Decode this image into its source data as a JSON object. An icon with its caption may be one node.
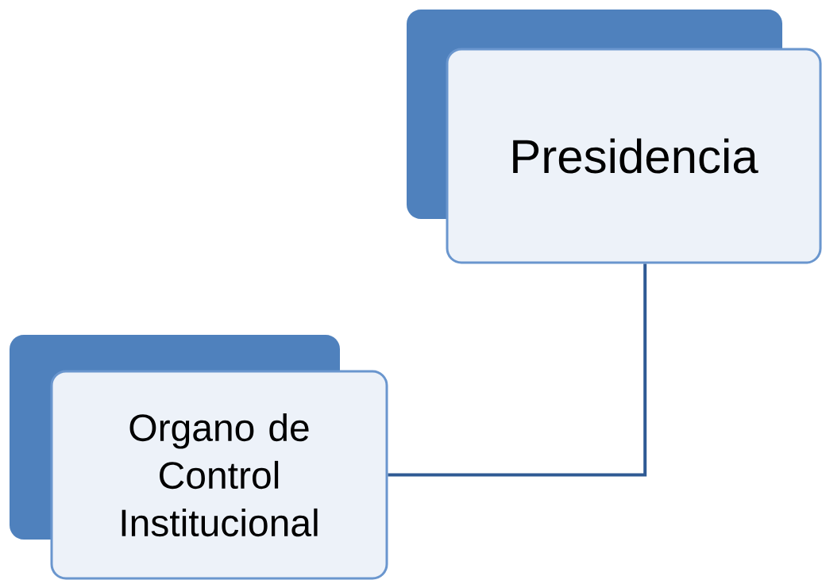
{
  "diagram": {
    "nodes": [
      {
        "text": [
          "Presidencia"
        ]
      },
      {
        "text": [
          "Organo de Control Institucional"
        ]
      }
    ],
    "edges": [
      {
        "from": 0,
        "to": 1,
        "arrow": "none"
      }
    ]
  }
}
